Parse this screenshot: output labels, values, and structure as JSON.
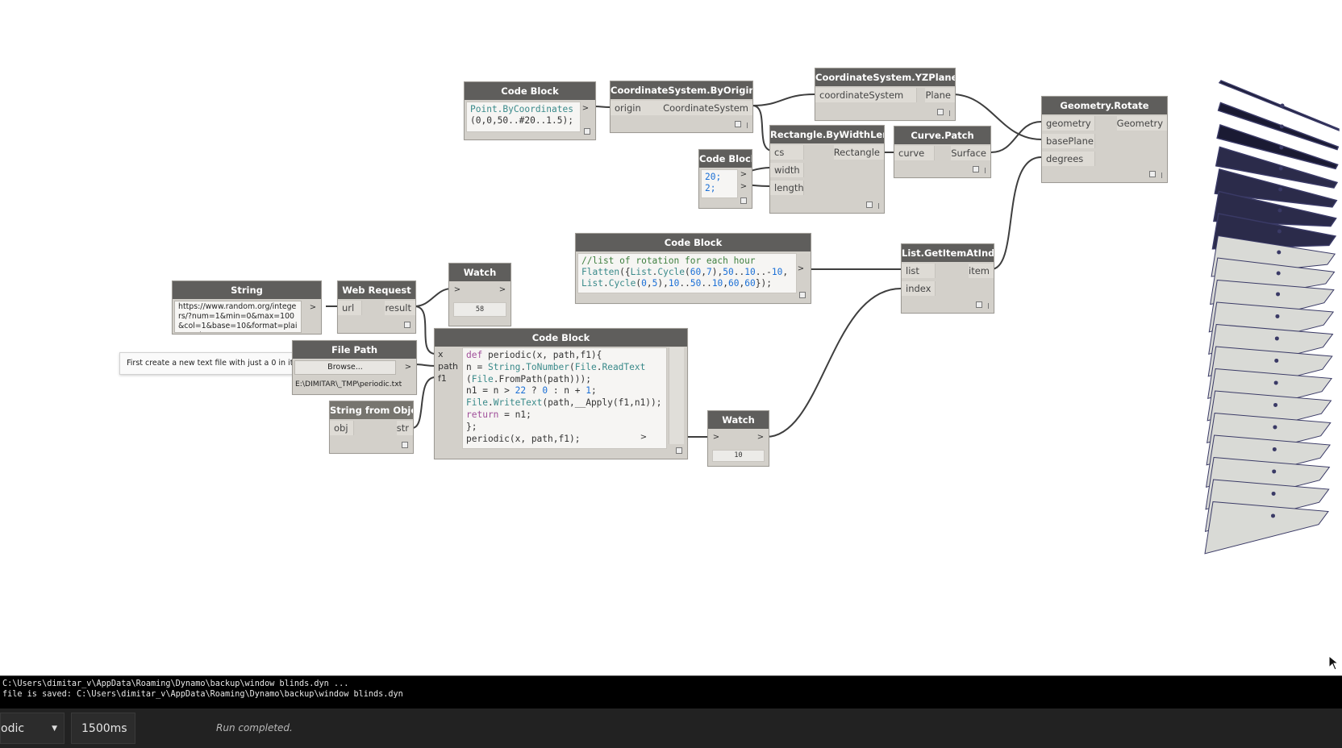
{
  "nodes": {
    "codeblock_point": {
      "title": "Code Block",
      "code_1": "Point.ByCoordinates",
      "code_2": "(0,0,50..#20..1.5);",
      "out": ">"
    },
    "cs_byorigin": {
      "title": "CoordinateSystem.ByOrigin",
      "in": "origin",
      "out": "CoordinateSystem"
    },
    "cs_yzplane": {
      "title": "CoordinateSystem.YZPlane",
      "in": "coordinateSystem",
      "out": "Plane"
    },
    "rect": {
      "title": "Rectangle.ByWidthLength",
      "in1": "cs",
      "in2": "width",
      "in3": "length",
      "out": "Rectangle"
    },
    "codeblock_dims": {
      "title": "Code Block",
      "line1": "20;",
      "line2": "2;"
    },
    "curve_patch": {
      "title": "Curve.Patch",
      "in": "curve",
      "out": "Surface"
    },
    "geo_rotate": {
      "title": "Geometry.Rotate",
      "in1": "geometry",
      "in2": "basePlane",
      "in3": "degrees",
      "out": "Geometry"
    },
    "codeblock_rot": {
      "title": "Code Block",
      "comment": "//list of rotation for each hour"
    },
    "list_getitem": {
      "title": "List.GetItemAtIndex",
      "in1": "list",
      "in2": "index",
      "out": "item"
    },
    "string": {
      "title": "String",
      "value": "https://www.random.org/integers/?num=1&min=0&max=100&col=1&base=10&format=plain&rnd=new"
    },
    "web_request": {
      "title": "Web Request",
      "in": "url",
      "out": "result"
    },
    "watch1": {
      "title": "Watch",
      "value": "58"
    },
    "file_path": {
      "title": "File Path",
      "button": "Browse...",
      "value": "E:\\DIMITAR\\_TMP\\periodic.txt"
    },
    "string_from_object": {
      "title": "String from Object",
      "in": "obj",
      "out": "str"
    },
    "codeblock_periodic": {
      "title": "Code Block",
      "in1": "x",
      "in2": "path",
      "in3": "f1"
    },
    "watch2": {
      "title": "Watch",
      "value": "10"
    }
  },
  "note": "First create a new text file with just a 0 in it",
  "console": {
    "line1": "C:\\Users\\dimitar_v\\AppData\\Roaming\\Dynamo\\backup\\window blinds.dyn ...",
    "line2": "file is saved: C:\\Users\\dimitar_v\\AppData\\Roaming\\Dynamo\\backup\\window blinds.dyn"
  },
  "statusbar": {
    "run_mode": "odic",
    "period": "1500ms",
    "status": "Run completed."
  },
  "colors": {
    "canvas": "#ffffff",
    "node_header": "#5f5e5c",
    "node_body": "#d3d0ca",
    "console": "#000000",
    "statusbar": "#222222"
  }
}
